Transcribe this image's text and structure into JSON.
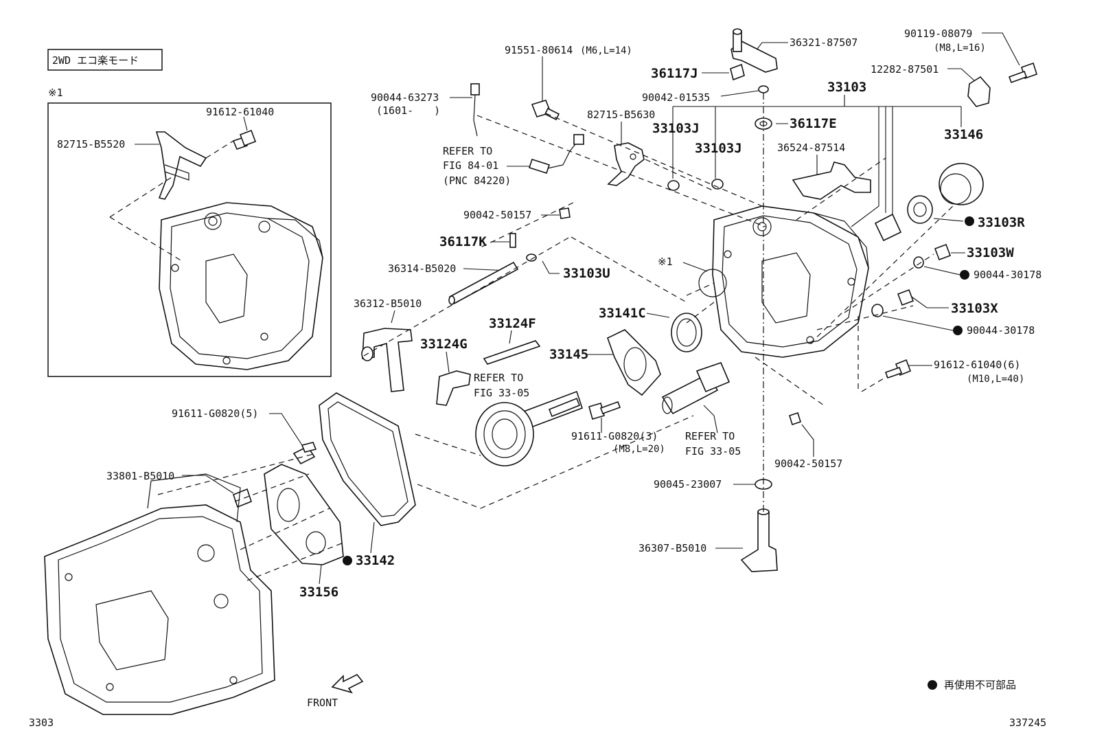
{
  "mode_box": "2WD エコ楽モード",
  "inset_mark": "※1",
  "sheet_left": "3303",
  "sheet_right": "337245",
  "legend": "再使用不可部品",
  "front": "FRONT",
  "labels": {
    "p1": "91612-61040",
    "p2": "82715-B5520",
    "p3": "90044-63273",
    "p3_note": "(1601-　　)",
    "p4": "91551-80614",
    "p4_note": "(M6,L=14)",
    "p5": "82715-B5630",
    "p6": "REFER TO",
    "p6b": "FIG 84-01",
    "p6c": "(PNC 84220)",
    "p7": "90042-50157",
    "p8": "36117K",
    "p9": "36314-B5020",
    "p10": "33103U",
    "p11": "36312-B5010",
    "p12": "33124F",
    "p13": "33124G",
    "p14": "REFER TO",
    "p14b": "FIG 33-05",
    "p15": "33145",
    "p16": "33141C",
    "p17": "91611-G0820(5)",
    "p18": "91611-G0820(3)",
    "p18_note": "(M8,L=20)",
    "p19": "REFER TO",
    "p19b": "FIG 33-05",
    "p20": "33801-B5010",
    "p21": "33142",
    "p22": "33156",
    "p23": "36321-87507",
    "p24": "36117J",
    "p25": "90042-01535",
    "p26": "33103",
    "p27": "33103J",
    "p28": "33103J",
    "p29": "36117E",
    "p30": "36524-87514",
    "p31": "90119-08079",
    "p31_note": "(M8,L=16)",
    "p32": "12282-87501",
    "p33": "33146",
    "p34": "33103R",
    "p35": "33103W",
    "p36": "90044-30178",
    "p37": "33103X",
    "p38": "90044-30178",
    "p39": "91612-61040(6)",
    "p39_note": "(M10,L=40)",
    "p40": "90042-50157",
    "p41": "90045-23007",
    "p42": "36307-B5010",
    "p43": "※1"
  }
}
